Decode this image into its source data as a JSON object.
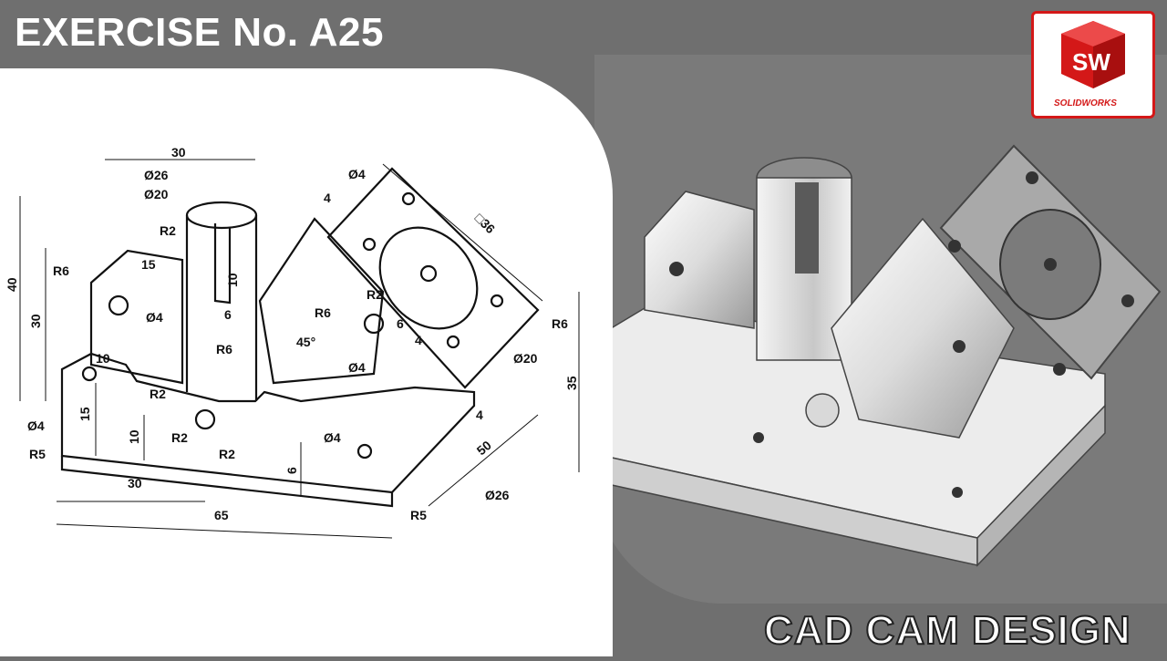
{
  "header": {
    "title": "EXERCISE No. A25"
  },
  "footer": {
    "brand": "CAD CAM DESIGN"
  },
  "logo": {
    "letters": "SW",
    "text": "SOLIDWORKS"
  },
  "drawing": {
    "dims": {
      "d30_top": "30",
      "dia26_top": "Ø26",
      "dia20_top": "Ø20",
      "r2_a": "R2",
      "d15_a": "15",
      "r6_a": "R6",
      "d40": "40",
      "d30_side": "30",
      "dia4_a": "Ø4",
      "d10_slot": "10",
      "d6_slot": "6",
      "dia4_top": "Ø4",
      "d4_top": "4",
      "sq36": "□36",
      "r2_b": "R2",
      "r6_b": "R6",
      "d6_b": "6",
      "deg45": "45°",
      "dia4_b": "Ø4",
      "d4_b": "4",
      "dia20_b": "Ø20",
      "r6_c": "R6",
      "d35": "35",
      "d10_a": "10",
      "r6_d": "R6",
      "r2_c": "R2",
      "dia4_c": "Ø4",
      "d15_b": "15",
      "d10_b": "10",
      "r5_a": "R5",
      "r2_d": "R2",
      "r2_e": "R2",
      "dia4_d": "Ø4",
      "d4_c": "4",
      "d50": "50",
      "d6_c": "6",
      "d30_bot": "30",
      "dia26_bot": "Ø26",
      "d65": "65",
      "r5_b": "R5"
    }
  }
}
